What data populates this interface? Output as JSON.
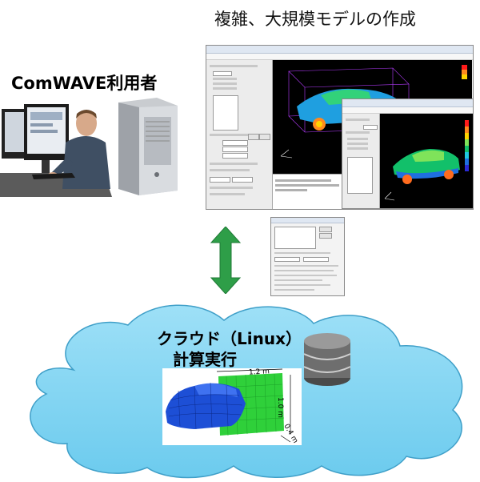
{
  "header": {
    "title": "複雑、大規模モデルの作成"
  },
  "user": {
    "label": "ComWAVE利用者"
  },
  "cloud": {
    "title": "クラウド（Linux）",
    "subtitle": "計算実行"
  },
  "result": {
    "dim_length": "1.2 m",
    "dim_height": "1.0 m",
    "dim_depth": "0.4 m"
  },
  "colors": {
    "arrow": "#2e9e48",
    "cloud_fill": "#7fd3f0",
    "viewport_bg": "#000000",
    "db_gray": "#6e6e6e"
  }
}
